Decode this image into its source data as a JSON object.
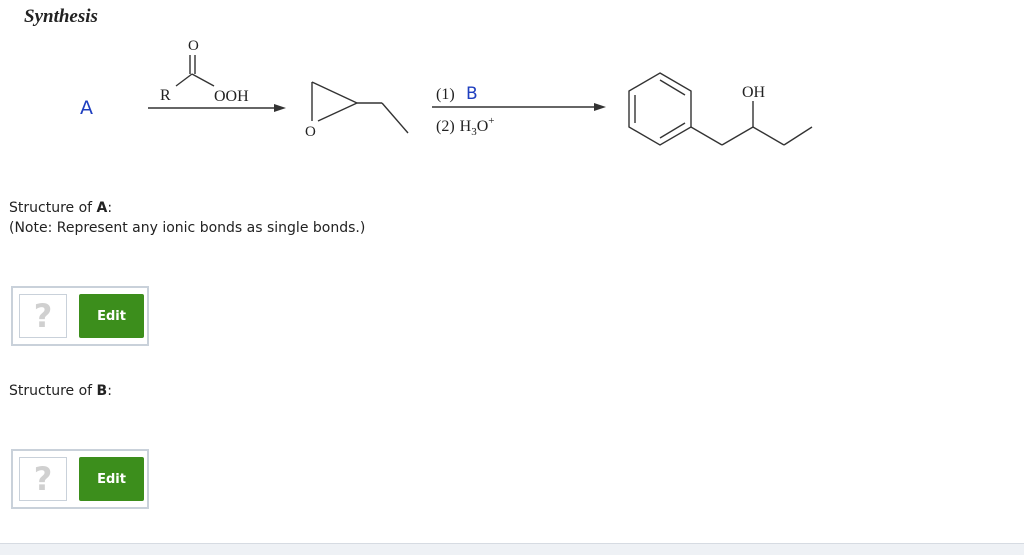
{
  "scheme": {
    "title": "Synthesis",
    "label_a": "A",
    "reagent_r": "R",
    "reagent_ooh": "OOH",
    "carbonyl_o": "O",
    "epoxide_o": "O",
    "step1_num": "(1)",
    "step1_reagent": "B",
    "step2_num": "(2)",
    "step2_h": "H",
    "step2_sub": "3",
    "step2_o": "O",
    "step2_sup": "+",
    "product_oh": "OH",
    "accent_blue": "#1f3fbf"
  },
  "question_a": {
    "prefix": "Structure of ",
    "letter": "A",
    "suffix": ":",
    "note": "(Note: Represent any ionic bonds as single bonds.)",
    "placeholder": "?",
    "edit_label": "Edit"
  },
  "question_b": {
    "prefix": "Structure of ",
    "letter": "B",
    "suffix": ":",
    "placeholder": "?",
    "edit_label": "Edit"
  }
}
